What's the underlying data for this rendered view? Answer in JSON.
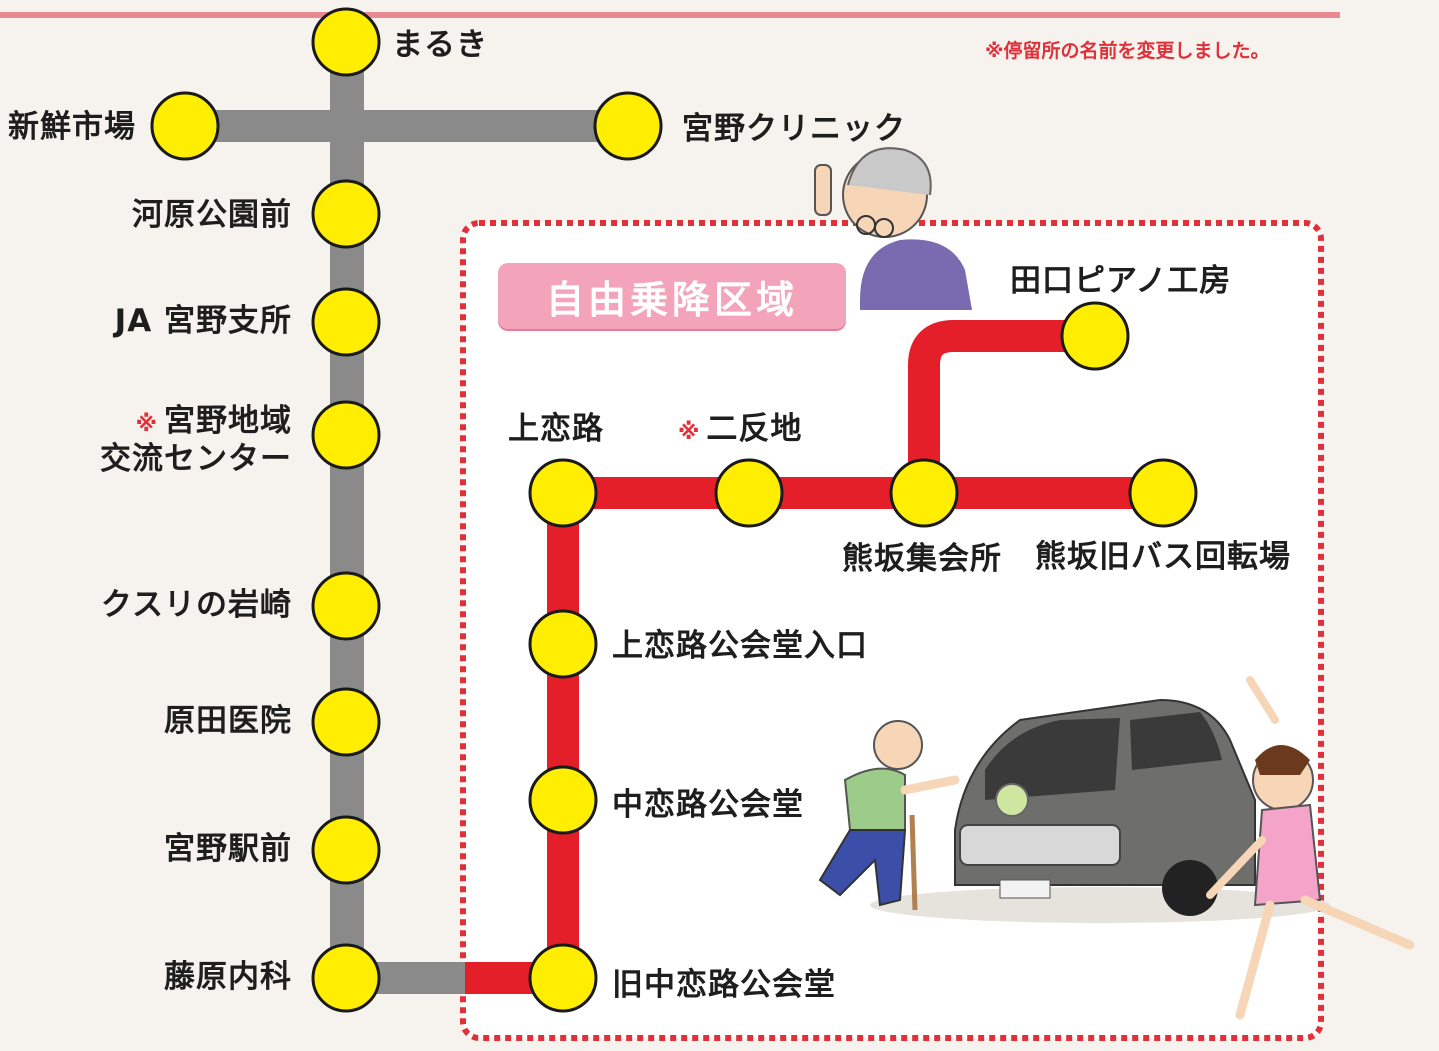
{
  "notice": "※停留所の名前を変更しました。",
  "zone_label": "自由乗降区域",
  "note_mark": "※",
  "colors": {
    "background": "#f6f3ef",
    "header_line": "#e98a93",
    "gray_route": "#8a8a8a",
    "red_route": "#e51f2a",
    "stop_fill": "#ffee00",
    "stop_outline": "#1a1a1a",
    "zone_border": "#e0303a",
    "zone_badge": "#f3a4ba"
  },
  "gray_route": {
    "stops": {
      "maruki": "まるき",
      "shinsen": "新鮮市場",
      "miyano_clinic": "宮野クリニック",
      "kawara": "河原公園前",
      "ja": "JA 宮野支所",
      "miyano_center_1": "宮野地域",
      "miyano_center_2": "交流センター",
      "kusuri": "クスリの岩崎",
      "harada": "原田医院",
      "miyano_station": "宮野駅前",
      "fujiwara": "藤原内科"
    }
  },
  "red_route": {
    "stops": {
      "kamikoiji": "上恋路",
      "nitanji": "二反地",
      "kumasaka_shukai": "熊坂集会所",
      "taguchi": "田口ピアノ工房",
      "kumasaka_bus": "熊坂旧バス回転場",
      "kamikoiji_iriguchi": "上恋路公会堂入口",
      "nakakoiji": "中恋路公会堂",
      "kyu_nakakoiji": "旧中恋路公会堂"
    }
  }
}
